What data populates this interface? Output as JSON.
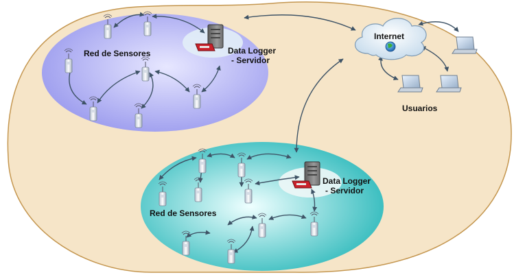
{
  "labels": {
    "network_top": "Red de Sensores",
    "network_bottom": "Red de Sensores",
    "logger_top_line1": "Data Logger",
    "logger_top_line2": "- Servidor",
    "logger_bottom_line1": "Data Logger",
    "logger_bottom_line2": "- Servidor",
    "internet": "Internet",
    "users": "Usuarios"
  },
  "colors": {
    "background_blob": "#F6E5C8",
    "background_outline": "#C4964F",
    "network_top_fill": "#A7A7F0",
    "network_bottom_fill": "#3FC2C4",
    "link": "#3E5366",
    "cloud": "#E7F2FA"
  },
  "icons": {
    "sensor": "sensor-node-icon",
    "server": "server-tower-icon",
    "logger": "data-logger-icon",
    "internet": "internet-globe-icon",
    "laptop": "laptop-icon"
  }
}
